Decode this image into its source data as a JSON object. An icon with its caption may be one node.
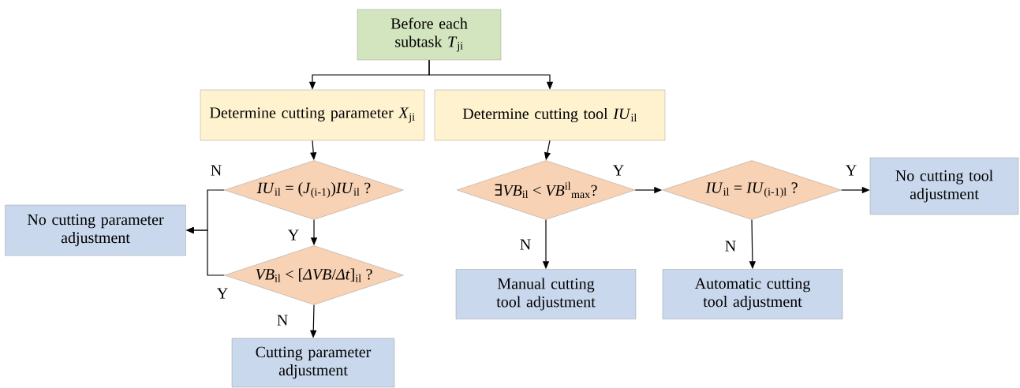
{
  "diagram": {
    "nodes": [
      {
        "text": [
          "Before each subtask *T*$_{ji}$"
        ]
      },
      {
        "text": [
          "Determine cutting parameter *X*$_{ji}$"
        ]
      },
      {
        "text": [
          "Determine cutting tool *IU*$_{il}$"
        ]
      },
      {
        "text": [
          "*IU*$_{il}$ = (*J*$_{(i-1)}$)*IU*$_{il}$ ?"
        ]
      },
      {
        "text": [
          "No cutting parameter adjustment"
        ]
      },
      {
        "text": [
          "*VB*$_{il}$ < [*ΔVB*/*Δt*]$_{il}$ ?"
        ]
      },
      {
        "text": [
          "Cutting parameter adjustment"
        ]
      },
      {
        "text": [
          "∃*VB*$_{il}$ < *VB*$^{il}$$_{max}$?"
        ]
      },
      {
        "text": [
          "*IU*$_{il}$ = *IU*$_{(i-1)l}$ ?"
        ]
      },
      {
        "text": [
          "No cutting tool adjustment"
        ]
      },
      {
        "text": [
          "Manual cutting tool adjustment"
        ]
      },
      {
        "text": [
          "Automatic cutting tool adjustment"
        ]
      }
    ],
    "edges": [
      {
        "from": 0,
        "to": 1,
        "arrow": "to"
      },
      {
        "from": 0,
        "to": 2,
        "arrow": "to"
      },
      {
        "from": 1,
        "to": 3,
        "arrow": "to"
      },
      {
        "from": 3,
        "to": 4,
        "arrow": "to",
        "label": "N"
      },
      {
        "from": 3,
        "to": 5,
        "arrow": "to",
        "label": "Y"
      },
      {
        "from": 5,
        "to": 4,
        "arrow": "to",
        "label": "Y"
      },
      {
        "from": 5,
        "to": 6,
        "arrow": "to",
        "label": "N"
      },
      {
        "from": 2,
        "to": 7,
        "arrow": "to"
      },
      {
        "from": 7,
        "to": 8,
        "arrow": "to",
        "label": "Y"
      },
      {
        "from": 8,
        "to": 9,
        "arrow": "to",
        "label": "Y"
      },
      {
        "from": 7,
        "to": 10,
        "arrow": "to",
        "label": "N"
      },
      {
        "from": 8,
        "to": 11,
        "arrow": "to",
        "label": "N"
      }
    ]
  }
}
